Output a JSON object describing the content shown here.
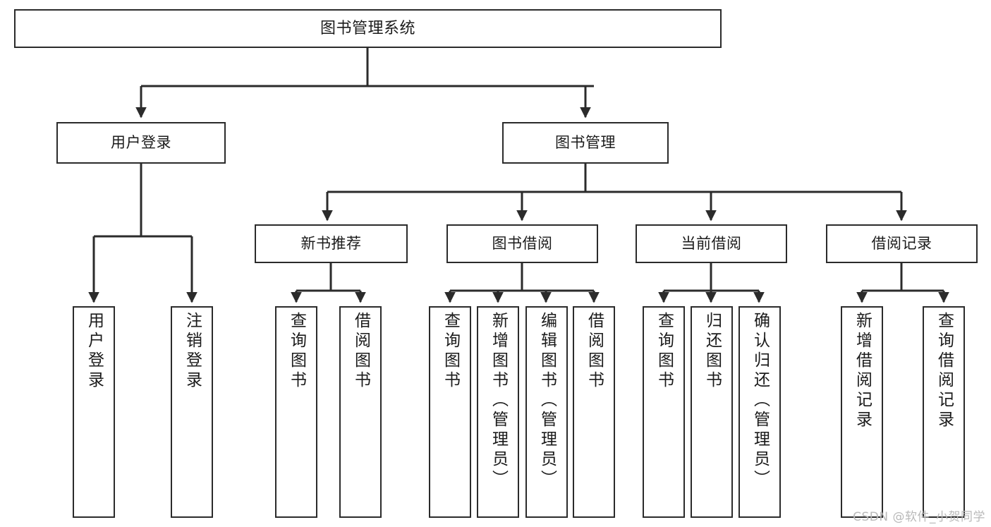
{
  "diagram": {
    "title": "图书管理系统",
    "type": "hierarchy-tree",
    "accent_color": "#2b2b2b",
    "background_color": "#ffffff"
  },
  "root": {
    "label": "图书管理系统"
  },
  "level2": {
    "user_login": "用户登录",
    "book_manage": "图书管理"
  },
  "level3": {
    "new_book_rec": "新书推荐",
    "book_borrow": "图书借阅",
    "current_borrow": "当前借阅",
    "borrow_record": "借阅记录"
  },
  "leaves": {
    "user_login": [
      "用户登录",
      "注销登录"
    ],
    "new_book_rec": [
      "查询图书",
      "借阅图书"
    ],
    "book_borrow": [
      "查询图书",
      "新增图书（管理员）",
      "编辑图书（管理员）",
      "借阅图书"
    ],
    "current_borrow": [
      "查询图书",
      "归还图书",
      "确认归还（管理员）"
    ],
    "borrow_record": [
      "新增借阅记录",
      "查询借阅记录"
    ]
  },
  "watermark": {
    "text": "CSDN @软件_小贺同学"
  }
}
